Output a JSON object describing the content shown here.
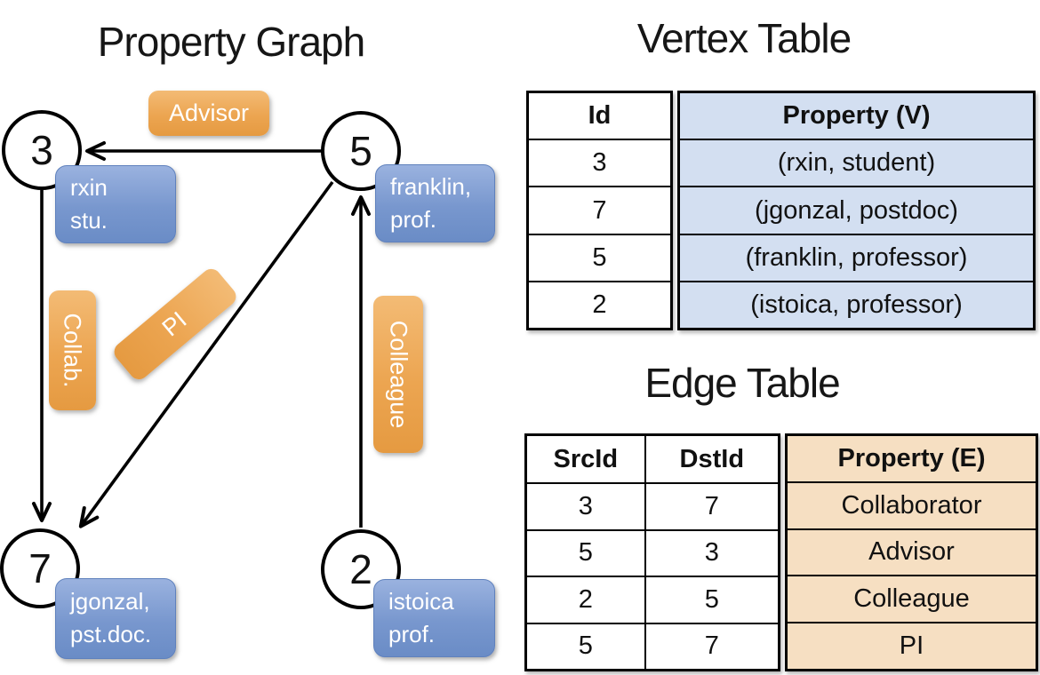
{
  "graph": {
    "title": "Property Graph",
    "vertices": [
      {
        "id": "3",
        "label_line1": "rxin",
        "label_line2": "stu."
      },
      {
        "id": "5",
        "label_line1": "franklin,",
        "label_line2": "prof."
      },
      {
        "id": "7",
        "label_line1": "jgonzal,",
        "label_line2": "pst.doc."
      },
      {
        "id": "2",
        "label_line1": "istoica",
        "label_line2": "prof."
      }
    ],
    "edge_labels": [
      {
        "text": "Advisor"
      },
      {
        "text": "Collab."
      },
      {
        "text": "PI"
      },
      {
        "text": "Colleague"
      }
    ]
  },
  "vertex_table": {
    "title": "Vertex Table",
    "columns": [
      "Id",
      "Property (V)"
    ],
    "rows": [
      {
        "id": "3",
        "property": "(rxin, student)"
      },
      {
        "id": "7",
        "property": "(jgonzal, postdoc)"
      },
      {
        "id": "5",
        "property": "(franklin, professor)"
      },
      {
        "id": "2",
        "property": "(istoica, professor)"
      }
    ]
  },
  "edge_table": {
    "title": "Edge Table",
    "columns": [
      "SrcId",
      "DstId",
      "Property (E)"
    ],
    "rows": [
      {
        "src": "3",
        "dst": "7",
        "property": "Collaborator"
      },
      {
        "src": "5",
        "dst": "3",
        "property": "Advisor"
      },
      {
        "src": "2",
        "dst": "5",
        "property": "Colleague"
      },
      {
        "src": "5",
        "dst": "7",
        "property": "PI"
      }
    ]
  },
  "colors": {
    "edge-accent": "#EBA44F",
    "vertex-accent": "#7E9DD1",
    "vertex-table-fill": "#D3DFF1",
    "edge-table-fill": "#F6DFC2",
    "line-color": "#000000"
  }
}
